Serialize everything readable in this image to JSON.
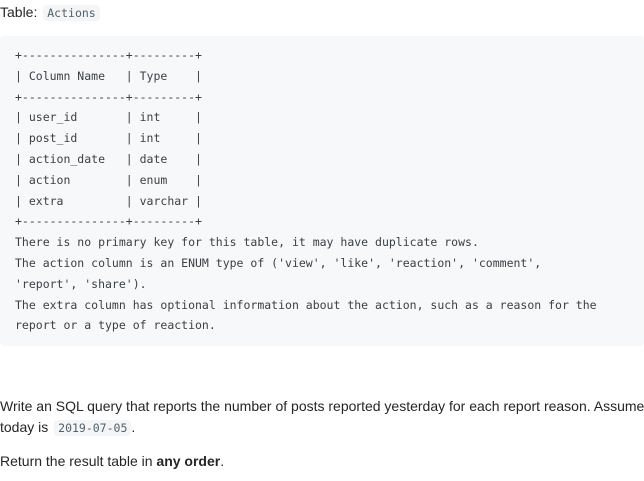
{
  "table_label": {
    "prefix": "Table:",
    "name": "Actions"
  },
  "schema": {
    "border_line": "+---------------+---------+",
    "header_line": "| Column Name   | Type    |",
    "columns": [
      {
        "name": "user_id",
        "type": "int"
      },
      {
        "name": "post_id",
        "type": "int"
      },
      {
        "name": "action_date",
        "type": "date"
      },
      {
        "name": "action",
        "type": "enum"
      },
      {
        "name": "extra",
        "type": "varchar"
      }
    ],
    "rows_text": [
      "| user_id       | int     |",
      "| post_id       | int     |",
      "| action_date   | date    |",
      "| action        | enum    |",
      "| extra         | varchar |"
    ],
    "notes": [
      "There is no primary key for this table, it may have duplicate rows.",
      "The action column is an ENUM type of ('view', 'like', 'reaction', 'comment',",
      "'report', 'share').",
      "The extra column has optional information about the action, such as a reason for the",
      "report or a type of reaction."
    ]
  },
  "description": {
    "line1": "Write an SQL query that reports the number of posts reported yesterday for each report reason. Assume",
    "line2_prefix": "today is",
    "date": "2019-07-05",
    "line2_suffix": "."
  },
  "order": {
    "prefix": "Return the result table in",
    "emphasis": "any order",
    "suffix": "."
  }
}
